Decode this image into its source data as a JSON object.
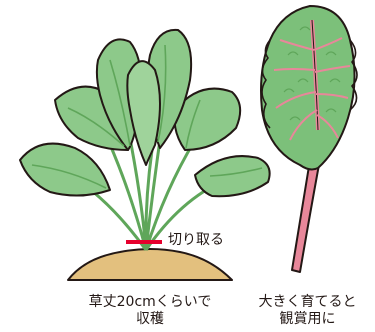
{
  "labels": {
    "cut": "切り取る",
    "left_caption": {
      "line1": "草丈20cmくらいで",
      "line2": "収穫"
    },
    "right_caption": {
      "line1": "大きく育てると",
      "line2": "観賞用に"
    }
  },
  "colors": {
    "leaf": "#8dc98a",
    "leaf_dark": "#5fa65a",
    "outline": "#231815",
    "soil": "#e3c07e",
    "cut_mark": "#e6002d",
    "stem_red": "#e8879a",
    "chard_leaf": "#7cc07a"
  },
  "icons": {
    "left_plant": "leafy-plant-illustration",
    "right_plant": "swiss-chard-leaf-illustration"
  }
}
